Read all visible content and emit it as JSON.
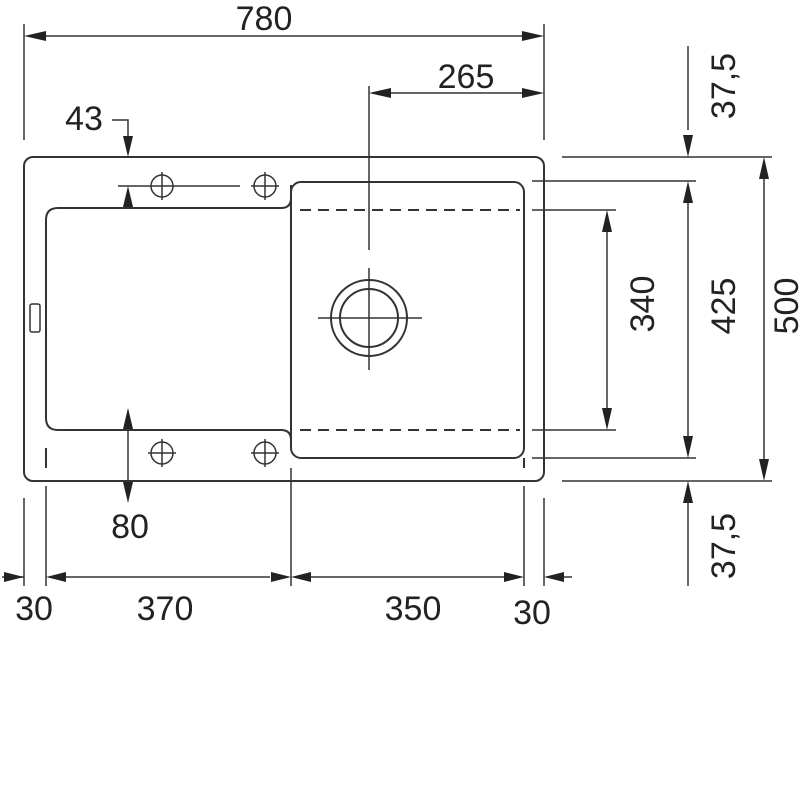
{
  "dimensions": {
    "overall_width": "780",
    "bowl_center_offset": "265",
    "hole_offset_top": "43",
    "hole_offset_bottom": "80",
    "margin_left": "30",
    "drainer_width": "370",
    "bowl_width": "350",
    "margin_right": "30",
    "edge_top": "37,5",
    "inner_height": "425",
    "bowl_depth": "340",
    "overall_depth": "500",
    "edge_bottom": "37,5"
  },
  "colors": {
    "line": "#333333",
    "text": "#222222",
    "background": "#ffffff"
  }
}
